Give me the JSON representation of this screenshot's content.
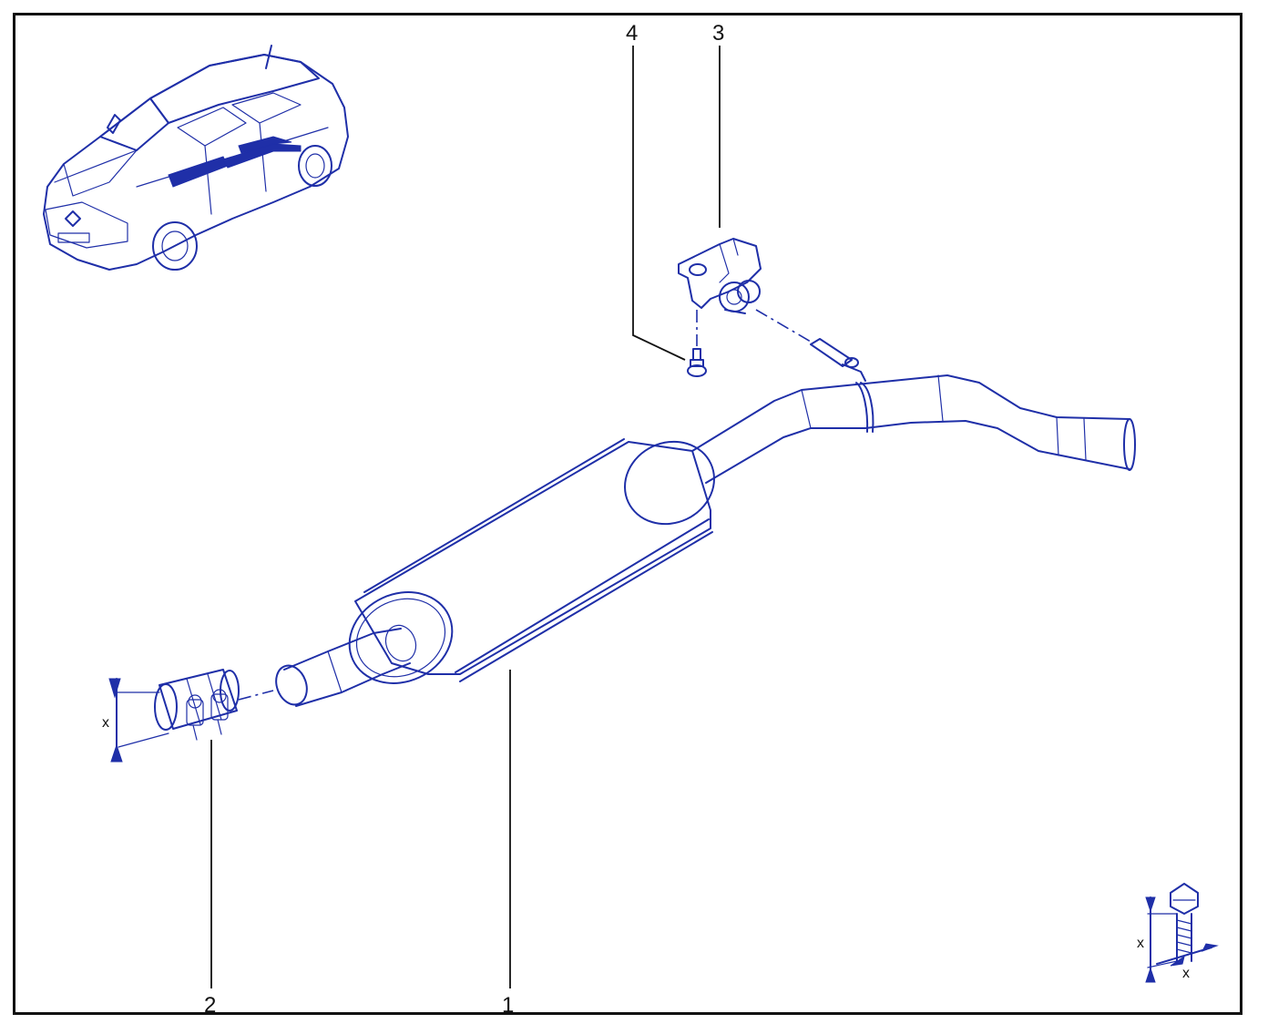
{
  "diagram": {
    "callouts": [
      {
        "id": "1",
        "label": "1"
      },
      {
        "id": "2",
        "label": "2"
      },
      {
        "id": "3",
        "label": "3"
      },
      {
        "id": "4",
        "label": "4"
      }
    ],
    "clamp_dimension_label": "x",
    "bolt_dimension_labels": [
      "x",
      "x"
    ],
    "ink_color": "#1f2fa8",
    "frame_color": "#111111",
    "icons": [
      "car-locator-icon",
      "muffler-icon",
      "clamp-icon",
      "hanger-bracket-icon",
      "bolt-icon",
      "bolt-dimension-icon"
    ]
  }
}
